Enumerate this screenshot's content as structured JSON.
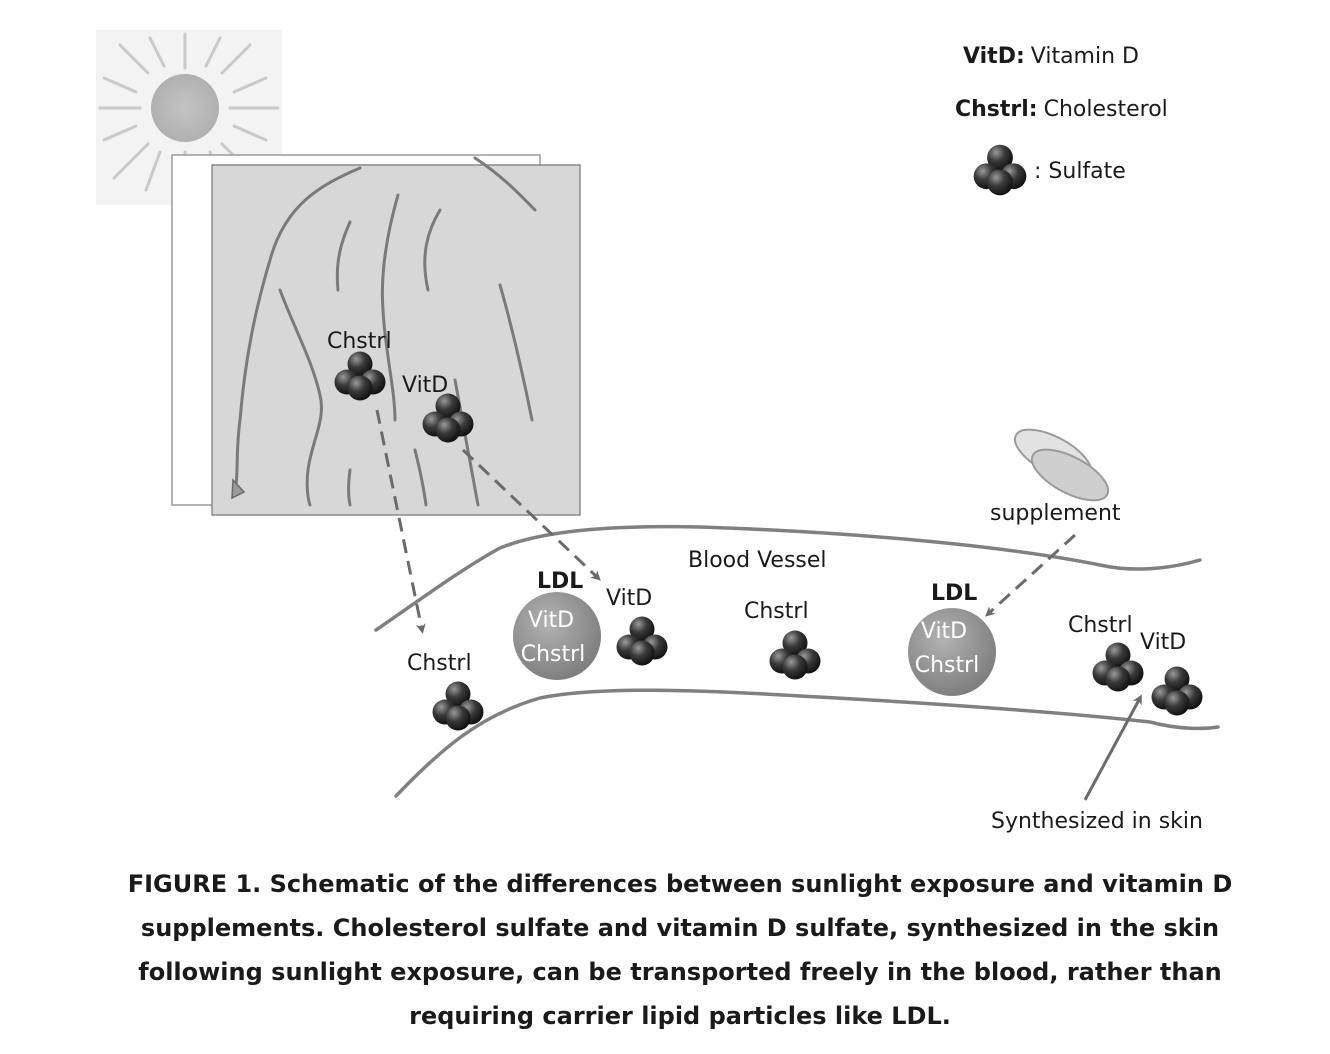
{
  "legend": {
    "vitd_key": "VitD:",
    "vitd_value": "Vitamin D",
    "chstrl_key": "Chstrl:",
    "chstrl_value": "Cholesterol",
    "sulfate_label": ": Sulfate"
  },
  "skin": {
    "chstrl_label": "Chstrl",
    "vitd_label": "VitD"
  },
  "vessel": {
    "title": "Blood Vessel",
    "ldl1": {
      "title": "LDL",
      "line1": "VitD",
      "line2": "Chstrl"
    },
    "ldl2": {
      "title": "LDL",
      "line1": "VitD",
      "line2": "Chstrl"
    },
    "free_chstrl_1": "Chstrl",
    "free_vitd_1": "VitD",
    "free_chstrl_2": "Chstrl",
    "free_chstrl_3": "Chstrl",
    "free_vitd_3": "VitD"
  },
  "supplement_label": "supplement",
  "synth_label": "Synthesized in skin",
  "caption": "FIGURE 1. Schematic of the differences between sunlight exposure and vitamin D supplements. Cholesterol sulfate and vitamin D sulfate, synthesized in the skin following sunlight exposure, can be transported freely in the blood, rather than requiring carrier lipid particles like LDL.",
  "icons": [
    "sun-icon",
    "human-back-icon",
    "sulfate-molecule-icon",
    "supplement-pills-icon",
    "ldl-particle-icon"
  ],
  "colors": {
    "molecule": "#1f1f1f",
    "ldl": "#8f8f8f",
    "panel": "#d6d6d6",
    "outline": "#7a7a7a"
  }
}
